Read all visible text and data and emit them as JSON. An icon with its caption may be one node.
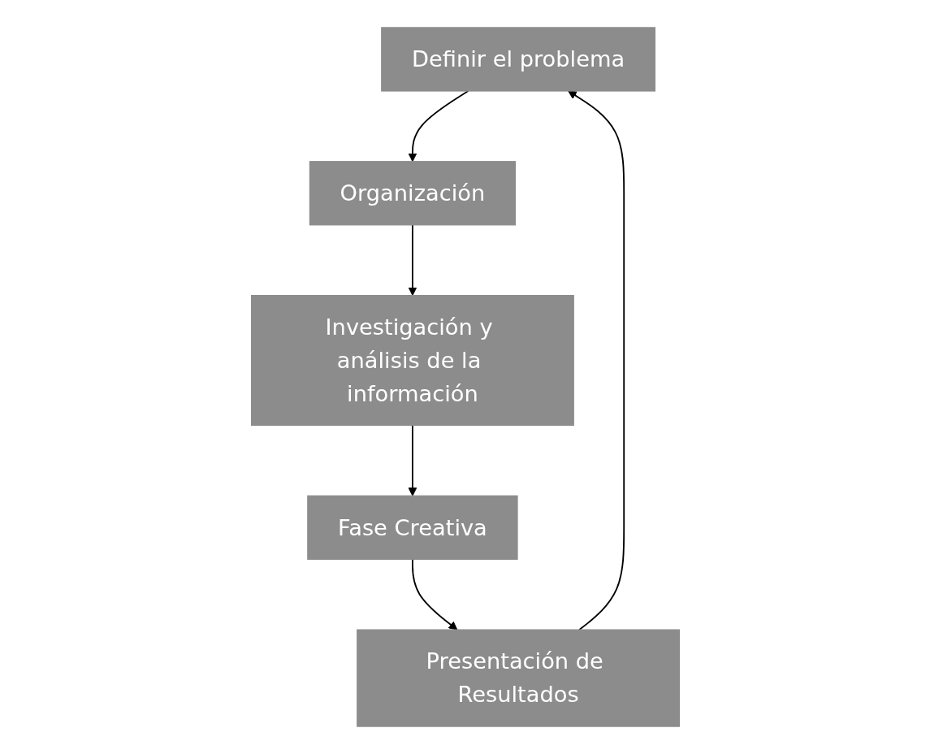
{
  "diagram": {
    "nodes": [
      {
        "text": [
          "Definir el problema"
        ]
      },
      {
        "text": [
          "Organización"
        ]
      },
      {
        "text": [
          "Investigación y análisis de la información"
        ]
      },
      {
        "text": [
          "Fase Creativa"
        ]
      },
      {
        "text": [
          "Presentación de Resultados"
        ]
      }
    ],
    "edges": [
      {
        "from": 0,
        "to": 1,
        "arrow": "to"
      },
      {
        "from": 1,
        "to": 2,
        "arrow": "to"
      },
      {
        "from": 2,
        "to": 3,
        "arrow": "to"
      },
      {
        "from": 3,
        "to": 4,
        "arrow": "to"
      },
      {
        "from": 4,
        "to": 0,
        "arrow": "to"
      }
    ]
  }
}
